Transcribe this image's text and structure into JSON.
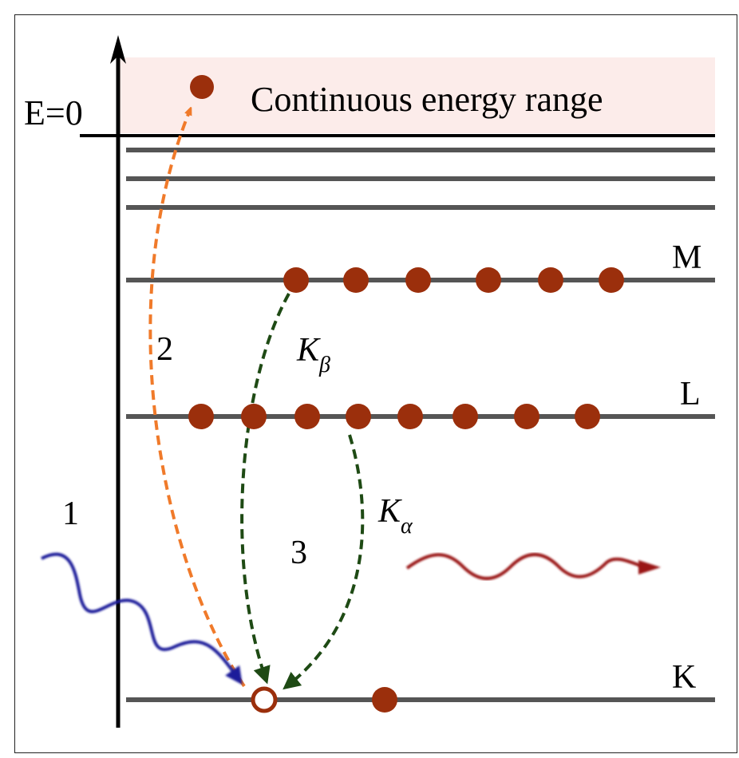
{
  "energy_zero_label": "E=0",
  "continuum_label": "Continuous energy range",
  "levels": {
    "M": "M",
    "L": "L",
    "K": "K"
  },
  "steps": {
    "one": "1",
    "two": "2",
    "three": "3"
  },
  "transitions": {
    "k_beta_main": "K",
    "k_beta_sub": "β",
    "k_alpha_main": "K",
    "k_alpha_sub": "α"
  },
  "colors": {
    "electron": "#9b2f0c",
    "level_line": "#555555",
    "continuum_fill": "#fcecea",
    "ionization_arrow": "#f07a2a",
    "transition_arrow": "#1e4a14",
    "incoming_photon": "#1a1a9a",
    "emitted_photon": "#9a1414"
  },
  "electron_counts": {
    "M": 6,
    "L": 8,
    "K_filled": 1,
    "K_vacancy": 1,
    "ejected": 1
  }
}
